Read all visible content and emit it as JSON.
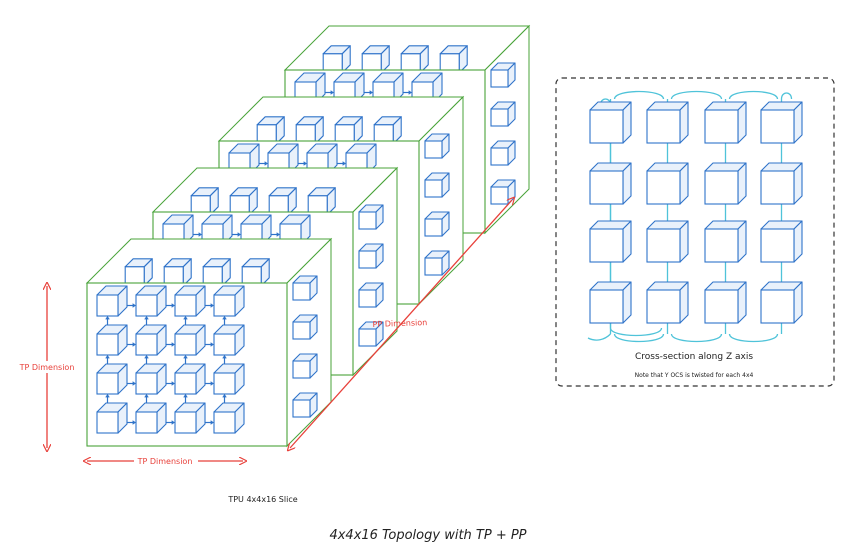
{
  "diagram": {
    "type": "topology",
    "grid": {
      "rows": 4,
      "cols": 4,
      "slices": 4
    },
    "colors": {
      "cube_stroke": "#2f73c9",
      "cube_face": "#ffffff",
      "cube_side": "#e9f1fb",
      "slice_frame": "#49a33a",
      "link": "#2f73c9",
      "tp_label": "#e8413b",
      "pp_label": "#e8413b",
      "twist_line": "#4fc3d9",
      "panel_border": "#333333"
    },
    "labels": {
      "tp_vertical": "TP Dimension",
      "tp_horizontal": "TP Dimension",
      "pp": "PP Dimension",
      "slice_caption": "TPU 4x4x16 Slice",
      "caption": "4x4x16 Topology with TP + PP"
    },
    "cross_section": {
      "title": "Cross-section along Z axis",
      "note": "Note that Y OCS is twisted for each 4x4"
    }
  }
}
